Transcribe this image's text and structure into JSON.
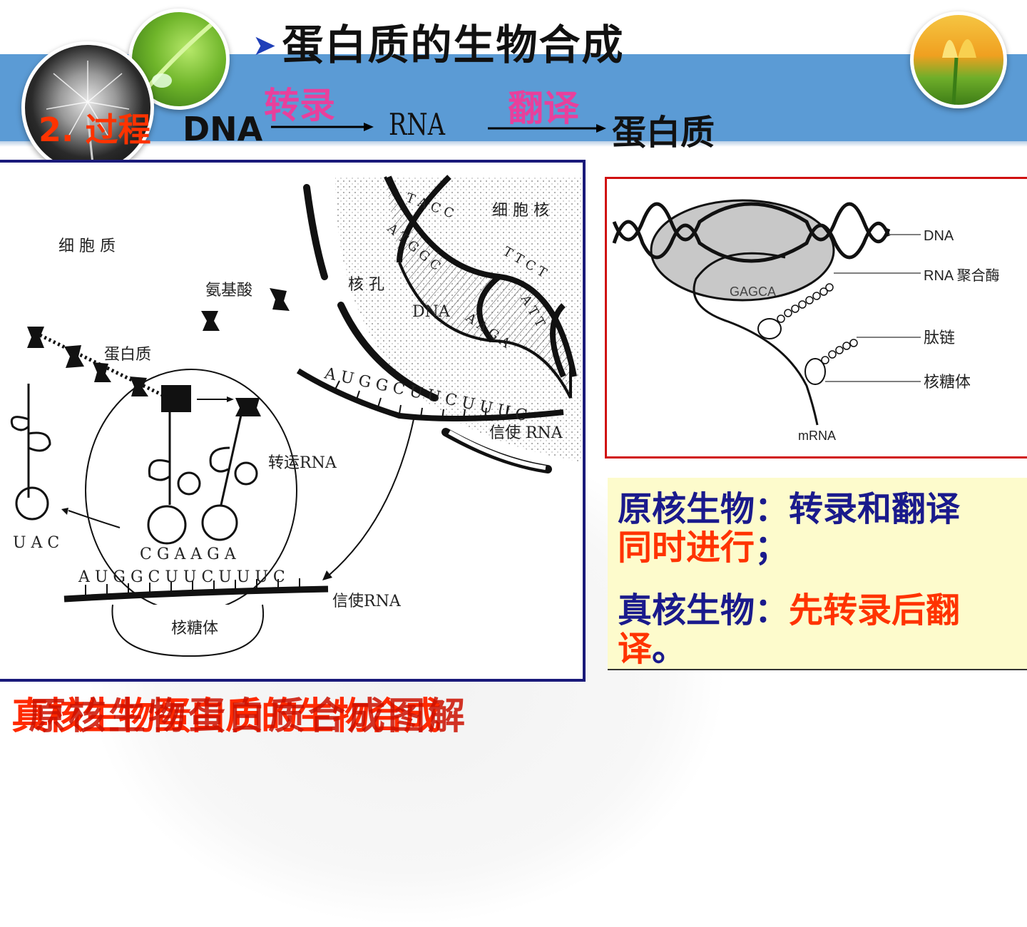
{
  "slide": {
    "title": "蛋白质的生物合成",
    "process_label": "2. 过程",
    "flow": {
      "dna": "DNA",
      "transcription": "转录",
      "rna": "RNA",
      "translation": "翻译",
      "protein": "蛋白质"
    }
  },
  "left_diagram": {
    "labels": {
      "cytoplasm": "细 胞 质",
      "nucleus": "细 胞 核",
      "amino_acid": "氨基酸",
      "nuclear_pore": "核 孔",
      "dna": "DNA",
      "protein": "蛋白质",
      "trna": "转运RNA",
      "mrna_nucleus": "信使 RNA",
      "mrna_ribosome": "信使RNA",
      "ribosome": "核糖体",
      "anticodon": "U A C",
      "trna_bases": "C G A A G A",
      "mrna_bases_ribosome": "A U G G C U U C U U U C",
      "mrna_bases_nucleus": "A U G G C U U C U U U C",
      "dna_top_bases": "T A C C",
      "dna_mid_bases": "A T G G C",
      "dna_mid_bases2": "T T C T",
      "dna_low_bases": "A A G A",
      "dna_low_bases2": "A T T"
    }
  },
  "right_diagram": {
    "labels": {
      "dna": "DNA",
      "rna_polymerase": "RNA 聚合酶",
      "peptide": "肽链",
      "ribosome": "核糖体",
      "mrna": "mRNA",
      "bases": "GAGCA"
    }
  },
  "notes": {
    "prokaryote_head": "原核生物：",
    "prokaryote_body_a": "转录和翻译",
    "prokaryote_body_b": "同时进行",
    "prokaryote_end": "；",
    "eukaryote_head": "真核生物：",
    "eukaryote_body_a": "先转录后翻",
    "eukaryote_body_b": "译",
    "eukaryote_end": "。"
  },
  "captions": {
    "first": "真核生物蛋白质的生物合成",
    "second": "原核生物蛋白质合成图解"
  },
  "colors": {
    "band": "#5b9bd5",
    "accent_pink": "#e8409c",
    "accent_red": "#ff3300",
    "navy": "#1a1a8c",
    "caption_red": "#ff2a00",
    "caption_red2": "#cc1100"
  }
}
